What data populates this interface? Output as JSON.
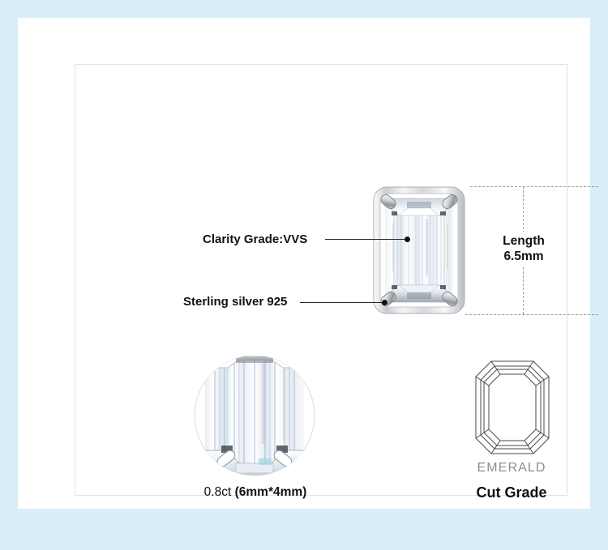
{
  "theme": {
    "page_background": "#d9eef8",
    "card_background": "#ffffff",
    "frame_border": "#e2e2e2",
    "text_color": "#111111",
    "muted_text_color": "#8d8d8d",
    "dashed_line_color": "#9a9a9a",
    "leader_line_color": "#2b2b2b"
  },
  "product_spec": {
    "clarity_callout": "Clarity Grade:VVS",
    "material_callout": "Sterling silver 925",
    "length_label": "Length\n6.5mm",
    "length_title": "Length",
    "length_value": "6.5mm",
    "carat_weight": "0.8ct",
    "carat_dimensions": "(6mm*4mm)",
    "cut_name": "EMERALD",
    "cut_grade_label": "Cut Grade"
  }
}
